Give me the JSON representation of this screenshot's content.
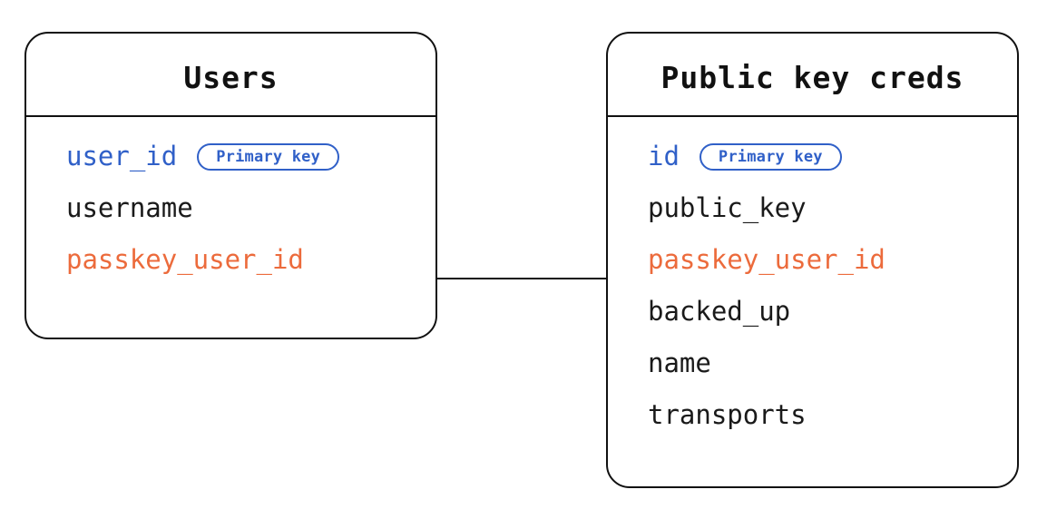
{
  "diagram": {
    "type": "entity-relationship-diagram",
    "background_color": "#ffffff",
    "border_color": "#111111",
    "colors": {
      "primary_key": "#3060c8",
      "foreign_key": "#ec6b3c",
      "default_field": "#1a1a1a",
      "badge_border": "#3060c8"
    },
    "entities": [
      {
        "id": "users",
        "title": "Users",
        "fields": [
          {
            "name": "user_id",
            "color_role": "primary_key",
            "badge": "Primary key"
          },
          {
            "name": "username",
            "color_role": "default_field",
            "badge": null
          },
          {
            "name": "passkey_user_id",
            "color_role": "foreign_key",
            "badge": null
          }
        ]
      },
      {
        "id": "public_key_creds",
        "title": "Public key creds",
        "fields": [
          {
            "name": "id",
            "color_role": "primary_key",
            "badge": "Primary key"
          },
          {
            "name": "public_key",
            "color_role": "default_field",
            "badge": null
          },
          {
            "name": "passkey_user_id",
            "color_role": "foreign_key",
            "badge": null
          },
          {
            "name": "backed_up",
            "color_role": "default_field",
            "badge": null
          },
          {
            "name": "name",
            "color_role": "default_field",
            "badge": null
          },
          {
            "name": "transports",
            "color_role": "default_field",
            "badge": null
          }
        ]
      }
    ],
    "relationships": [
      {
        "from": "users.passkey_user_id",
        "to": "public_key_creds.passkey_user_id",
        "style": "solid-line"
      }
    ]
  }
}
